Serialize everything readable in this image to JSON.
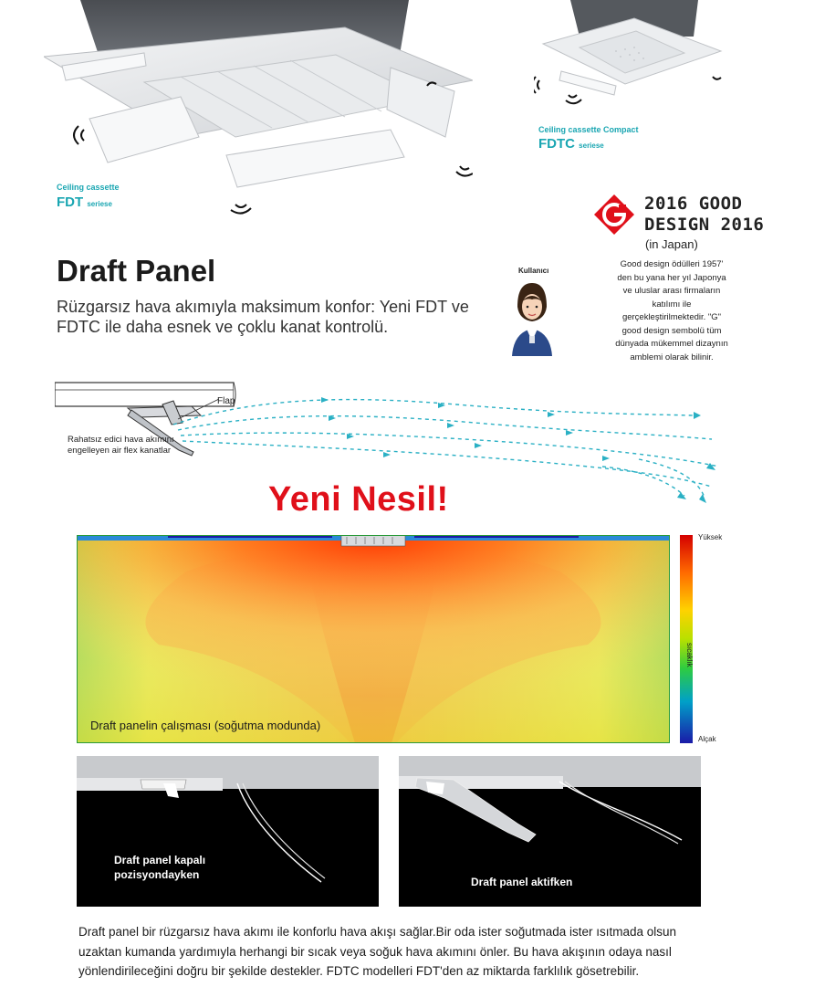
{
  "products": {
    "big": {
      "line1": "Ceiling cassette",
      "series_code": "FDT",
      "series_word": "seriese"
    },
    "small": {
      "line1": "Ceiling cassette Compact",
      "series_code": "FDTC",
      "series_word": "seriese"
    }
  },
  "good_design": {
    "line1": "2016 GOOD",
    "line2": "DESIGN 2016",
    "sub": "(in Japan)",
    "desc": "Good design ödülleri 1957' den bu yana her yıl Japonya ve uluslar arası firmaların katılımı ile gerçekleştirilmektedir. \"G\" good design sembolü tüm dünyada mükemmel dizaynın amblemi olarak bilinir."
  },
  "header": {
    "title": "Draft Panel",
    "subtitle": "Rüzgarsız hava akımıyla maksimum konfor: Yeni FDT ve FDTC ile daha esnek ve çoklu kanat kontrolü."
  },
  "user_label": "Kullanıcı",
  "flow": {
    "flap": "Flap",
    "label": "Rahatsız edici hava akımını engelleyen air flex kanatlar"
  },
  "headline": "Yeni Nesil!",
  "heatmap": {
    "caption": "Draft panelin çalışması (soğutma modunda)",
    "scale_high": "Yüksek",
    "scale_mid": "sıcaklık",
    "scale_low": "Alçak"
  },
  "photos": {
    "left_caption_1": "Draft panel kapalı",
    "left_caption_2": "pozisyondayken",
    "right_caption": "Draft panel aktifken"
  },
  "body": "Draft panel bir rüzgarsız hava akımı ile konforlu hava akışı sağlar.Bir oda ister soğutmada ister ısıtmada olsun uzaktan kumanda yardımıyla herhangi bir sıcak veya soğuk hava akımını önler. Bu hava akışının odaya nasıl yönlendirileceğini doğru bir şekilde destekler. FDTC modelleri FDT'den az miktarda farklılık gösetrebilir.",
  "colors": {
    "accent": "#1aa6b2",
    "headline": "#e0101a",
    "flow_arrows": "#2ab0c4"
  }
}
